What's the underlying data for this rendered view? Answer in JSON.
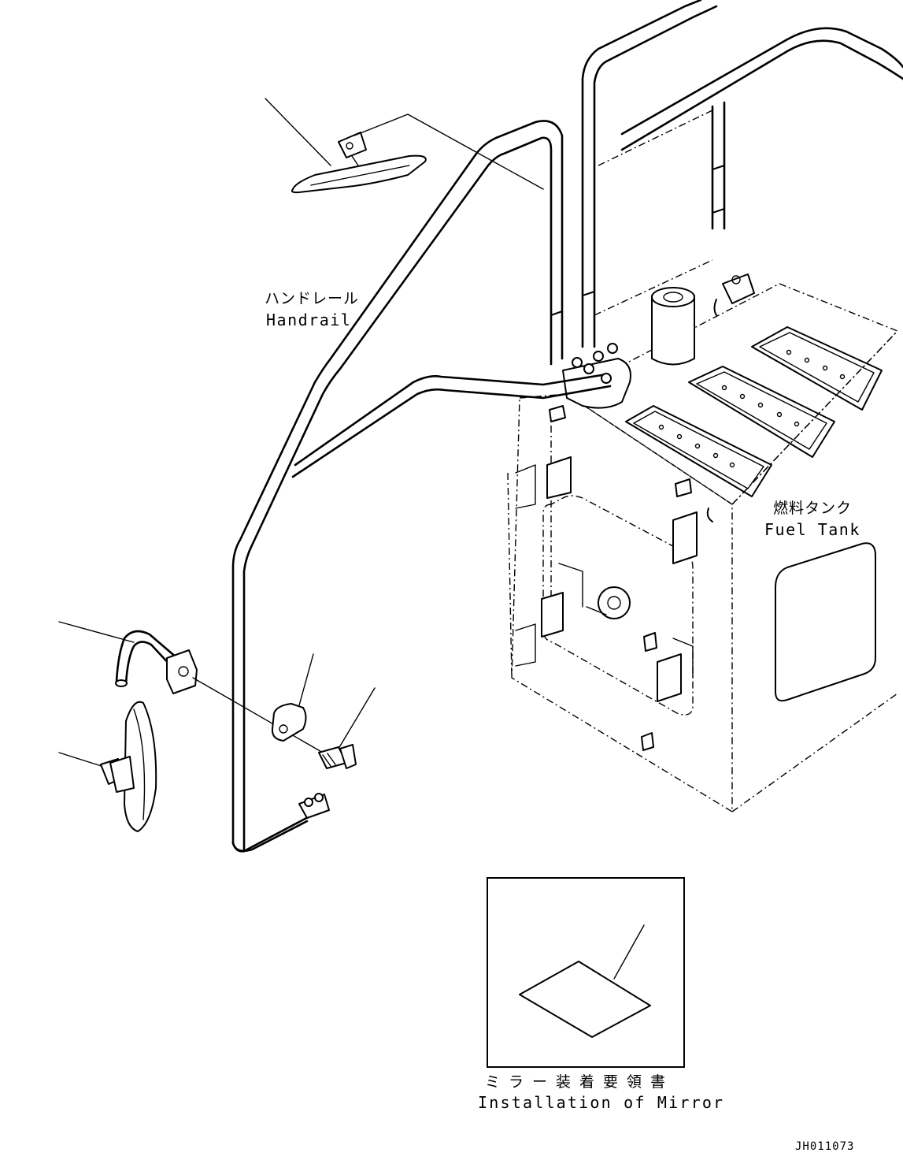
{
  "labels": {
    "handrail_jp": "ハンドレール",
    "handrail_en": "Handrail",
    "fuel_tank_jp": "燃料タンク",
    "fuel_tank_en": "Fuel Tank",
    "mirror_manual_jp": "ミラー装着要領書",
    "mirror_manual_en": "Installation of Mirror",
    "drawing_number": "JH011073"
  },
  "colors": {
    "ink": "#000000",
    "paper": "#ffffff"
  }
}
